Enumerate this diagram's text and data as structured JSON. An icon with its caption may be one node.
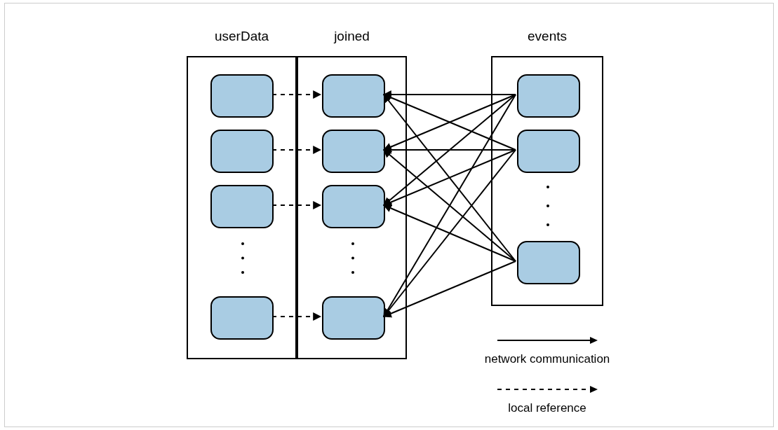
{
  "diagram": {
    "nodes": [
      {
        "text": [
          "userData"
        ]
      },
      {
        "text": [],
        "shape": "box",
        "in": 0
      },
      {
        "text": [],
        "shape": "box",
        "in": 0
      },
      {
        "text": [],
        "shape": "box",
        "in": 0
      },
      {
        "text": [],
        "shape": "box",
        "in": 0
      },
      {
        "text": [
          "joined"
        ]
      },
      {
        "text": [],
        "shape": "box",
        "in": 5
      },
      {
        "text": [],
        "shape": "box",
        "in": 5
      },
      {
        "text": [],
        "shape": "box",
        "in": 5
      },
      {
        "text": [],
        "shape": "box",
        "in": 5
      },
      {
        "text": [
          "events"
        ]
      },
      {
        "text": [],
        "shape": "box",
        "in": 10
      },
      {
        "text": [],
        "shape": "box",
        "in": 10
      },
      {
        "text": [],
        "shape": "box",
        "in": 10
      }
    ],
    "edges": [
      {
        "from": 1,
        "to": 6,
        "arrow": "to",
        "style": "dashed"
      },
      {
        "from": 2,
        "to": 7,
        "arrow": "to",
        "style": "dashed"
      },
      {
        "from": 3,
        "to": 8,
        "arrow": "to",
        "style": "dashed"
      },
      {
        "from": 4,
        "to": 9,
        "arrow": "to",
        "style": "dashed"
      },
      {
        "from": 11,
        "to": 6,
        "arrow": "to"
      },
      {
        "from": 11,
        "to": 7,
        "arrow": "to"
      },
      {
        "from": 11,
        "to": 8,
        "arrow": "to"
      },
      {
        "from": 11,
        "to": 9,
        "arrow": "to"
      },
      {
        "from": 12,
        "to": 6,
        "arrow": "to"
      },
      {
        "from": 12,
        "to": 7,
        "arrow": "to"
      },
      {
        "from": 12,
        "to": 8,
        "arrow": "to"
      },
      {
        "from": 12,
        "to": 9,
        "arrow": "to"
      },
      {
        "from": 13,
        "to": 6,
        "arrow": "to"
      },
      {
        "from": 13,
        "to": 7,
        "arrow": "to"
      },
      {
        "from": 13,
        "to": 8,
        "arrow": "to"
      },
      {
        "from": 13,
        "to": 9,
        "arrow": "to"
      }
    ],
    "legend": [
      {
        "text": "network communication"
      },
      {
        "text": "local reference"
      }
    ]
  }
}
